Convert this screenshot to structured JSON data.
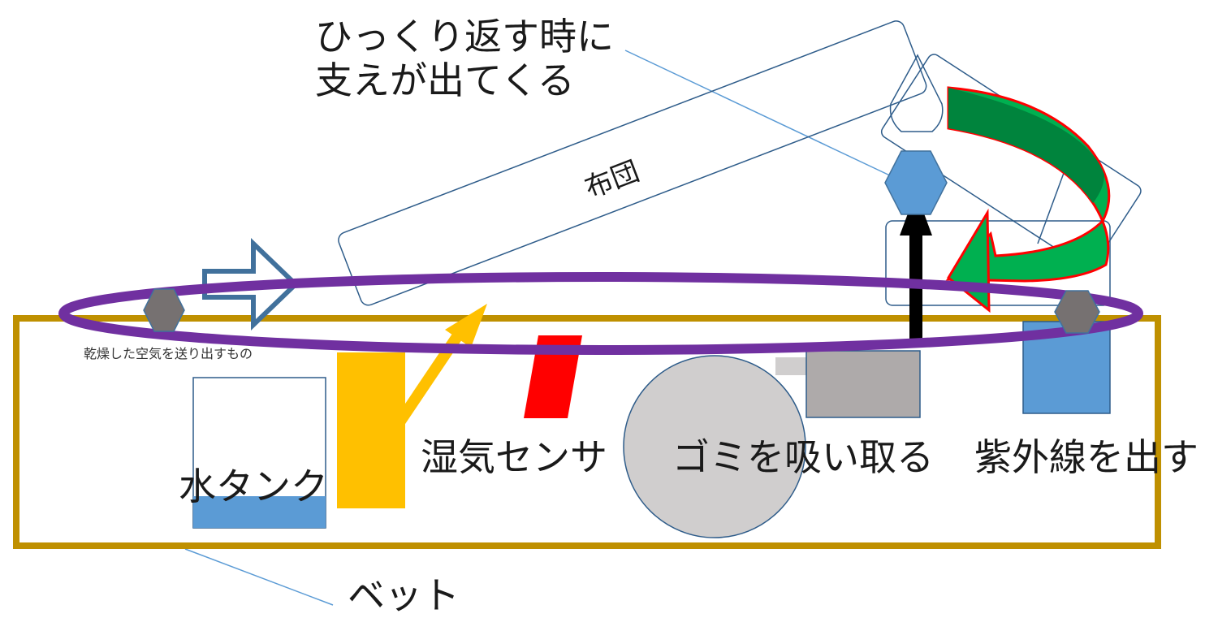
{
  "diagram": {
    "labels": {
      "callout_flip": "ひっくり返す時に\n支えが出てくる",
      "futon": "布団",
      "dry_air": "乾燥した空気を送り出すもの",
      "water_tank": "水タンク",
      "humidity_sensor": "湿気センサ",
      "dust_suction": "ゴミを吸い取る",
      "uv_emitter": "紫外線を出す",
      "bed": "ベット"
    },
    "colors": {
      "bed_frame": "#bf9000",
      "orbit_ring": "#7030a0",
      "futon_outline": "#2e5c8a",
      "tank_water": "#5b9bd5",
      "heater": "#ffc000",
      "sensor": "#ff0000",
      "fan": "#d0cece",
      "suction_box": "#aeaaaa",
      "uv_box": "#5b9bd5",
      "support_pillar": "#5b9bd5",
      "hex_joint": "#767171",
      "flip_arrow_dark": "#00843d",
      "flip_arrow_light": "#00b050",
      "flip_arrow_edge": "#ff0000",
      "push_arrow": "#000000",
      "blow_arrow": "#ffc000",
      "move_arrow": "#41719c"
    }
  }
}
